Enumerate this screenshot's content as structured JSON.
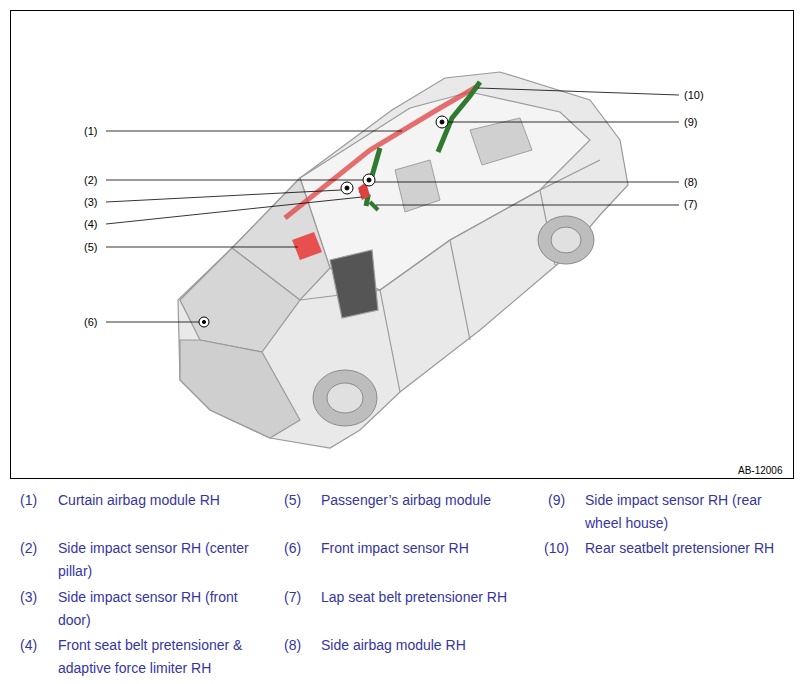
{
  "diagram": {
    "labels": [
      "(1)",
      "(2)",
      "(3)",
      "(4)",
      "(5)",
      "(6)",
      "(10)",
      "(9)",
      "(8)",
      "(7)",
      "AB-12006",
      "(1)",
      "Curtain airbag module RH",
      "(5)",
      "Passenger’s airbag module",
      "(9)",
      "Side impact sensor RH (rear wheel house)",
      "(2)",
      "Side impact sensor RH (center pillar)",
      "(6)",
      "Front impact sensor RH",
      "(10)",
      "Rear seatbelt pretensioner RH",
      "(3)",
      "Side impact sensor RH (front door)",
      "(7)",
      "Lap seat belt pretensioner RH",
      "(4)",
      "Front seat belt pretensioner & adaptive force limiter RH",
      "(8)",
      "Side airbag module RH"
    ]
  }
}
